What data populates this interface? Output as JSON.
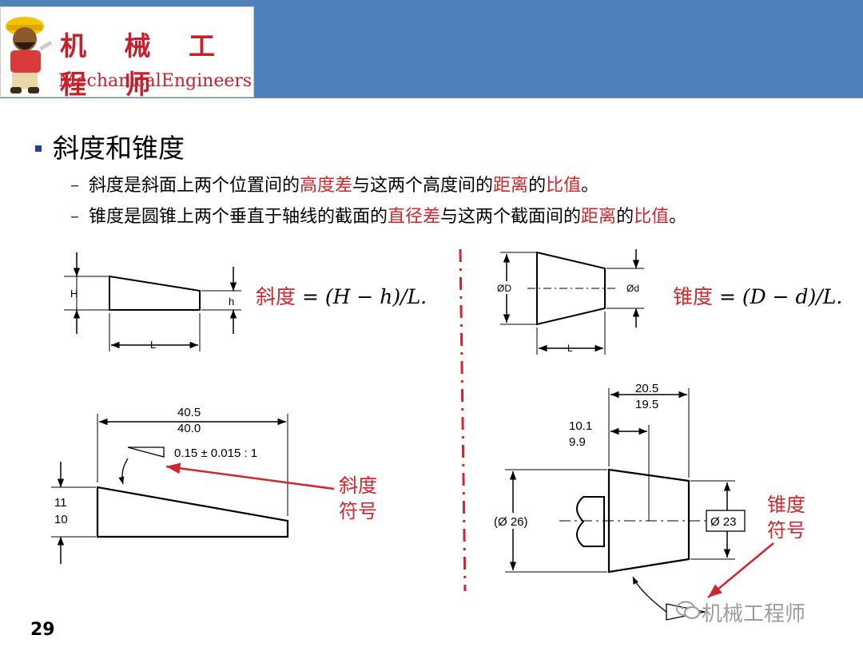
{
  "header": {
    "logo_cn": "机 械 工 程 师",
    "logo_en": "MechanicalEngineers"
  },
  "heading": "斜度和锥度",
  "bullets": [
    {
      "t1": "斜度是斜面上两个位置间的",
      "r1": "高度差",
      "t2": "与这两个高度间的",
      "r2": "距离",
      "t3": "的",
      "r3": "比值",
      "t4": "。"
    },
    {
      "t1": "锥度是圆锥上两个垂直于轴线的截面的",
      "r1": "直径差",
      "t2": "与这两个截面间的",
      "r2": "距离",
      "t3": "的",
      "r3": "比值",
      "t4": "。"
    }
  ],
  "slope_diagram": {
    "H": "H",
    "h": "h",
    "L": "L",
    "formula_label": "斜度",
    "formula": "= (H − h)/L."
  },
  "taper_diagram": {
    "D": "ØD",
    "d": "Ød",
    "L": "L",
    "formula_label": "锥度",
    "formula": "= (D − d)/L."
  },
  "slope_example": {
    "len_upper": "40.5",
    "len_lower": "40.0",
    "height_upper": "11",
    "height_lower": "10",
    "symbol_value": "0.15 ± 0.015 : 1",
    "symbol_label_1": "斜度",
    "symbol_label_2": "符号"
  },
  "taper_example": {
    "len_upper": "20.5",
    "len_lower": "19.5",
    "offset_upper": "10.1",
    "offset_lower": "9.9",
    "dia_large": "(Ø 26)",
    "dia_small": "Ø 23",
    "symbol_label_1": "锥度",
    "symbol_label_2": "符号"
  },
  "page_number": "29",
  "watermark": "机械工程师"
}
